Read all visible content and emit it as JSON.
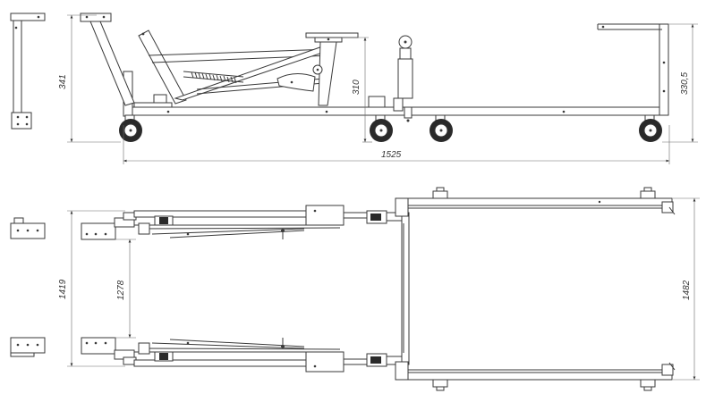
{
  "dimensions": {
    "side_height_left": "341",
    "side_height_mid": "310",
    "side_height_right": "330,5",
    "side_length_total": "1525",
    "top_width_outer": "1419",
    "top_width_inner": "1278",
    "top_width_right": "1482"
  },
  "colors": {
    "line": "#3a3a3a",
    "tire": "#2a2a2a",
    "background": "#ffffff"
  }
}
